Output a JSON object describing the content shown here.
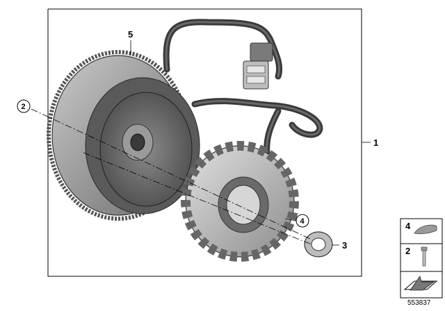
{
  "callouts": {
    "flywheel": "5",
    "main_assembly": "1",
    "key_circled": "2",
    "washer_circled": "4",
    "nut": "3"
  },
  "legend": {
    "key_item": "4",
    "screw_item": "2"
  },
  "document_number": "553837"
}
